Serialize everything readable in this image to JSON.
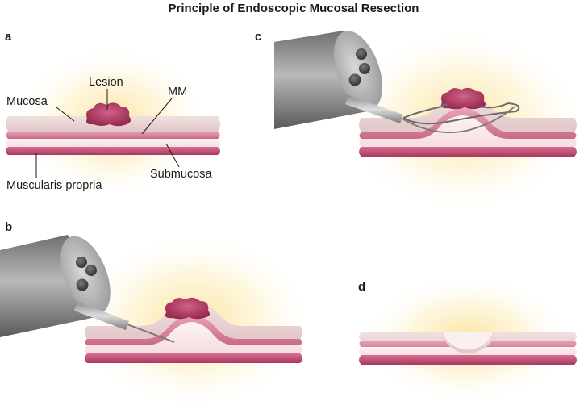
{
  "title": "Principle of Endoscopic Mucosal Resection",
  "panels": {
    "a": {
      "letter": "a"
    },
    "b": {
      "letter": "b"
    },
    "c": {
      "letter": "c"
    },
    "d": {
      "letter": "d"
    }
  },
  "labels": {
    "lesion": "Lesion",
    "mucosa": "Mucosa",
    "mm": "MM",
    "submucosa": "Submucosa",
    "muscularis_propria": "Muscularis propria"
  },
  "colors": {
    "mucosa": "#ead3d3",
    "muscularis_mucosae": "#d48aa2",
    "submucosa": "#fbecee",
    "muscularis_propria": "#c2557a",
    "lesion": "#b23c67",
    "glow": "#fbe6a5",
    "endoscope": "#8a8a8a"
  }
}
